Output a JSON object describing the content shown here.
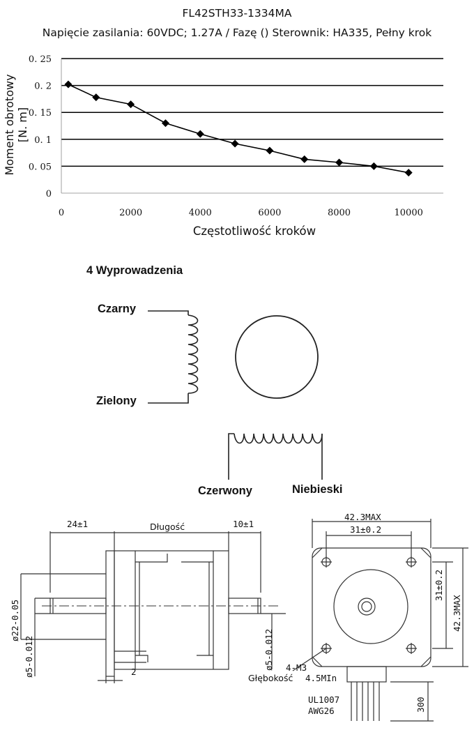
{
  "chart_data": {
    "type": "line",
    "title": "FL42STH33-1334MA",
    "subtitle": "Napięcie zasilania: 60VDC; 1.27A / Fazę  ()  Sterownik: HA335, Pełny krok",
    "xlabel": "Częstotliwość kroków",
    "ylabel": "Moment obrotowy [N. m]",
    "xlim": [
      0,
      11000
    ],
    "ylim": [
      0,
      0.25
    ],
    "xticks": [
      "0",
      "2000",
      "4000",
      "6000",
      "8000",
      "10000"
    ],
    "yticks": [
      "0",
      "0. 05",
      "0. 1",
      "0. 15",
      "0. 2",
      "0. 25"
    ],
    "grid": "horizontal",
    "series": [
      {
        "x": [
          200,
          1000,
          2000,
          3000,
          4000,
          5000,
          6000,
          7000,
          8000,
          9000,
          10000
        ],
        "y": [
          0.202,
          0.178,
          0.165,
          0.13,
          0.11,
          0.092,
          0.079,
          0.063,
          0.057,
          0.05,
          0.038
        ],
        "color": "#000000",
        "marker": "diamond"
      }
    ]
  },
  "wiring": {
    "heading": "4 Wyprowadzenia",
    "wire_top_left": "Czarny",
    "wire_bottom_left": "Zielony",
    "wire_bottom_a": "Czerwony",
    "wire_bottom_b": "Niebieski"
  },
  "drawing": {
    "dim_shaft": "24±1",
    "dim_length": "Długość",
    "dim_boss": "10±1",
    "dim_width_max": "42.3MAX",
    "dim_holes_h": "31±0.2",
    "dim_holes_v": "31±0.2",
    "dim_height_max": "42.3MAX",
    "dim_flange_dia": "ø22-0.05",
    "dim_shaft_dia": "ø5-0.012",
    "dim_shaft_dia_2": "ø5-0.012",
    "dim_flange_thk": "2",
    "thread": "4-M3",
    "depth_label": "Głębokość",
    "depth_value": "4.5MIn",
    "cable_len": "300",
    "cable_type": "UL1007",
    "cable_awg": "AWG26"
  }
}
